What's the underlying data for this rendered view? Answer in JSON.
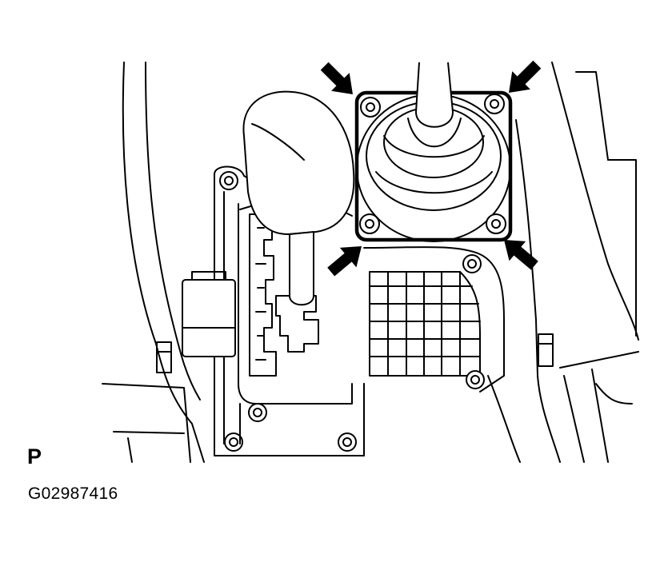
{
  "view_label": "P",
  "figure_code": "G02987416",
  "colors": {
    "line": "#000000",
    "background": "#ffffff",
    "arrow": "#000000"
  },
  "callouts": {
    "count": 4,
    "target": "shift-boot-retainer-bolts",
    "icon": "pointer-arrow-icon"
  }
}
